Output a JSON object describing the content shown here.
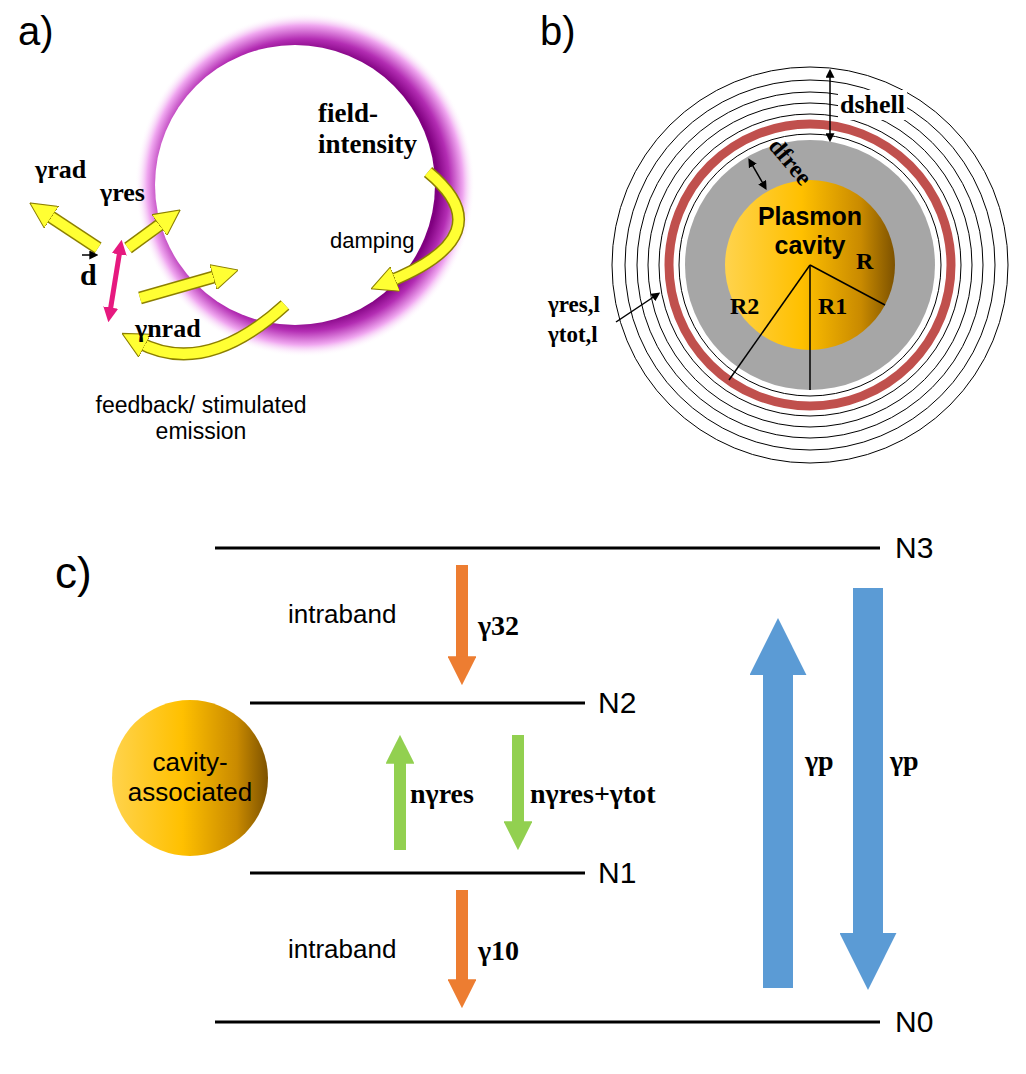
{
  "diagram": {
    "nodes": [
      {
        "text": [
          "field-intensity"
        ]
      },
      {
        "text": [
          "Plasmon cavity"
        ]
      },
      {
        "text": [
          "cavity-associated"
        ]
      }
    ],
    "labels": [
      "a)",
      "damping",
      "γrad",
      "γres",
      "γnrad",
      "d",
      "feedback/ stimulated emission",
      "b)",
      "dshell",
      "dfree",
      "R",
      "R2",
      "R1",
      "γres,l",
      "γtot,l",
      "c)",
      "intraband",
      "γ32",
      "nγres",
      "nγres+γtot",
      "intraband",
      "γ10",
      "γp",
      "γp",
      "N3",
      "N2",
      "N1",
      "N0"
    ]
  }
}
